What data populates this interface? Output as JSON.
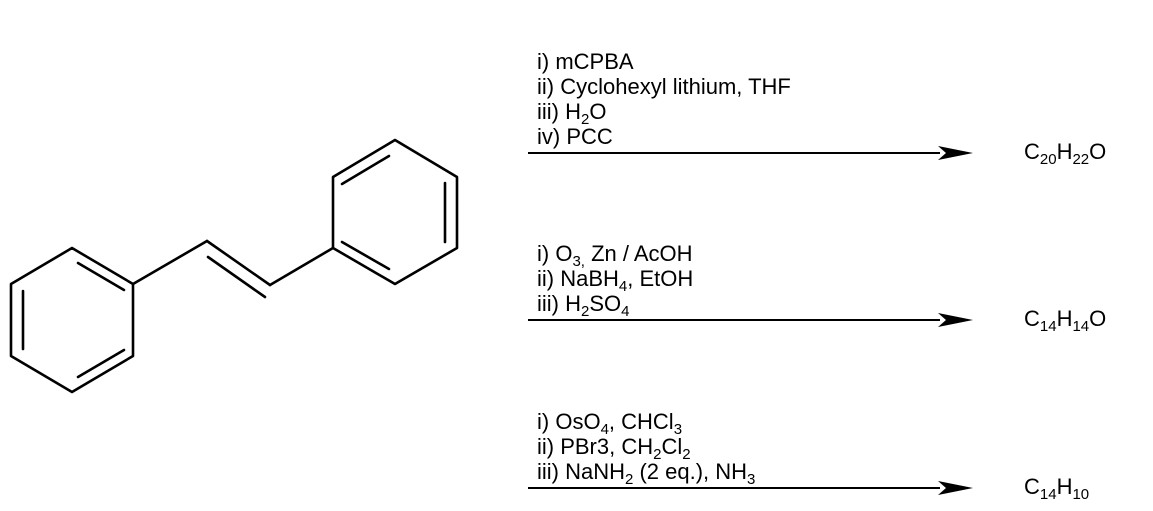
{
  "reactions": [
    {
      "conditions": [
        [
          {
            "t": "i) mCPBA"
          }
        ],
        [
          {
            "t": "ii) Cyclohexyl lithium, THF"
          }
        ],
        [
          {
            "t": "iii) H"
          },
          {
            "t": "2",
            "sub": true
          },
          {
            "t": "O"
          }
        ],
        [
          {
            "t": "iv) PCC"
          }
        ]
      ],
      "product": [
        {
          "t": "C"
        },
        {
          "t": "20",
          "sub": true
        },
        {
          "t": "H"
        },
        {
          "t": "22",
          "sub": true
        },
        {
          "t": "O"
        }
      ]
    },
    {
      "conditions": [
        [
          {
            "t": "i) O"
          },
          {
            "t": "3,",
            "sub": true
          },
          {
            "t": " Zn / AcOH"
          }
        ],
        [
          {
            "t": "ii) NaBH"
          },
          {
            "t": "4",
            "sub": true
          },
          {
            "t": ", EtOH"
          }
        ],
        [
          {
            "t": "iii) H"
          },
          {
            "t": "2",
            "sub": true
          },
          {
            "t": "SO"
          },
          {
            "t": "4",
            "sub": true
          }
        ]
      ],
      "product": [
        {
          "t": "C"
        },
        {
          "t": "14",
          "sub": true
        },
        {
          "t": "H"
        },
        {
          "t": "14",
          "sub": true
        },
        {
          "t": "O"
        }
      ]
    },
    {
      "conditions": [
        [
          {
            "t": "i) OsO"
          },
          {
            "t": "4",
            "sub": true
          },
          {
            "t": ", CHCl"
          },
          {
            "t": "3",
            "sub": true
          }
        ],
        [
          {
            "t": "ii) PBr3, CH"
          },
          {
            "t": "2",
            "sub": true
          },
          {
            "t": "Cl"
          },
          {
            "t": "2",
            "sub": true
          }
        ],
        [
          {
            "t": "iii) NaNH"
          },
          {
            "t": "2",
            "sub": true
          },
          {
            "t": " (2 eq.), NH"
          },
          {
            "t": "3",
            "sub": true
          }
        ]
      ],
      "product": [
        {
          "t": "C"
        },
        {
          "t": "14",
          "sub": true
        },
        {
          "t": "H"
        },
        {
          "t": "10",
          "sub": true
        }
      ]
    }
  ]
}
